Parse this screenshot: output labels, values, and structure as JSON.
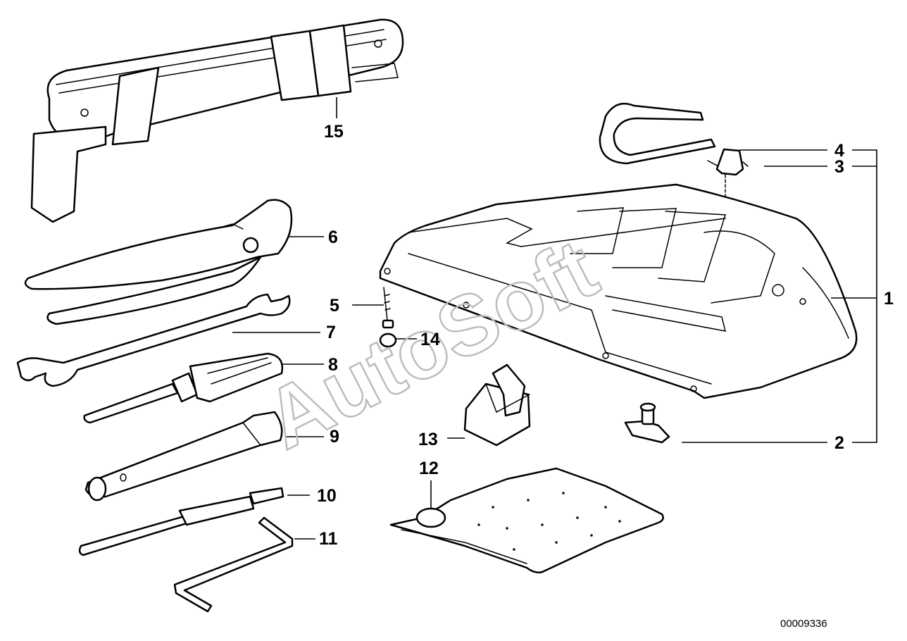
{
  "callouts": [
    {
      "id": "15",
      "label": "15"
    },
    {
      "id": "4",
      "label": "4"
    },
    {
      "id": "3",
      "label": "3"
    },
    {
      "id": "1",
      "label": "1"
    },
    {
      "id": "6",
      "label": "6"
    },
    {
      "id": "5",
      "label": "5"
    },
    {
      "id": "7",
      "label": "7"
    },
    {
      "id": "14",
      "label": "14"
    },
    {
      "id": "8",
      "label": "8"
    },
    {
      "id": "9",
      "label": "9"
    },
    {
      "id": "13",
      "label": "13"
    },
    {
      "id": "2",
      "label": "2"
    },
    {
      "id": "12",
      "label": "12"
    },
    {
      "id": "10",
      "label": "10"
    },
    {
      "id": "11",
      "label": "11"
    }
  ],
  "watermark": "AutoSoft",
  "document_number": "00009336"
}
